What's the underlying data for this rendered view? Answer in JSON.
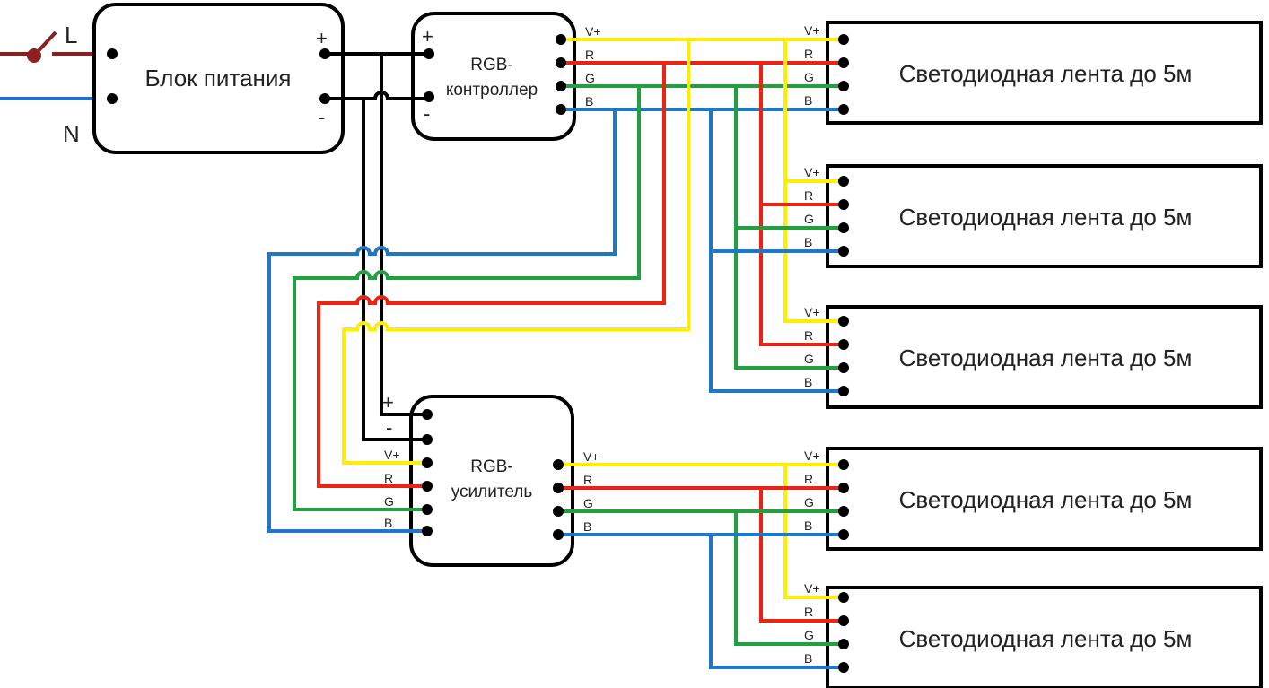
{
  "colors": {
    "yellow": "#ffee00",
    "red": "#ee2211",
    "green": "#22a040",
    "blue": "#1e78c8",
    "live": "#8b2020",
    "neutral": "#1e70c0",
    "power": "#000000"
  },
  "mains": {
    "live_label": "L",
    "neutral_label": "N"
  },
  "power_supply": {
    "title": "Блок питания",
    "plus": "+",
    "minus": "-"
  },
  "controller": {
    "title_line1": "RGB-",
    "title_line2": "контроллер",
    "plus": "+",
    "minus": "-",
    "outputs": [
      "V+",
      "R",
      "G",
      "B"
    ]
  },
  "amplifier": {
    "title_line1": "RGB-",
    "title_line2": "усилитель",
    "plus": "+",
    "minus": "-",
    "inputs": [
      "V+",
      "R",
      "G",
      "B"
    ],
    "outputs": [
      "V+",
      "R",
      "G",
      "B"
    ]
  },
  "strips": [
    {
      "title": "Светодиодная лента до 5м",
      "pins": [
        "V+",
        "R",
        "G",
        "B"
      ]
    },
    {
      "title": "Светодиодная лента до 5м",
      "pins": [
        "V+",
        "R",
        "G",
        "B"
      ]
    },
    {
      "title": "Светодиодная лента до 5м",
      "pins": [
        "V+",
        "R",
        "G",
        "B"
      ]
    },
    {
      "title": "Светодиодная лента до 5м",
      "pins": [
        "V+",
        "R",
        "G",
        "B"
      ]
    },
    {
      "title": "Светодиодная лента до 5м",
      "pins": [
        "V+",
        "R",
        "G",
        "B"
      ]
    }
  ]
}
